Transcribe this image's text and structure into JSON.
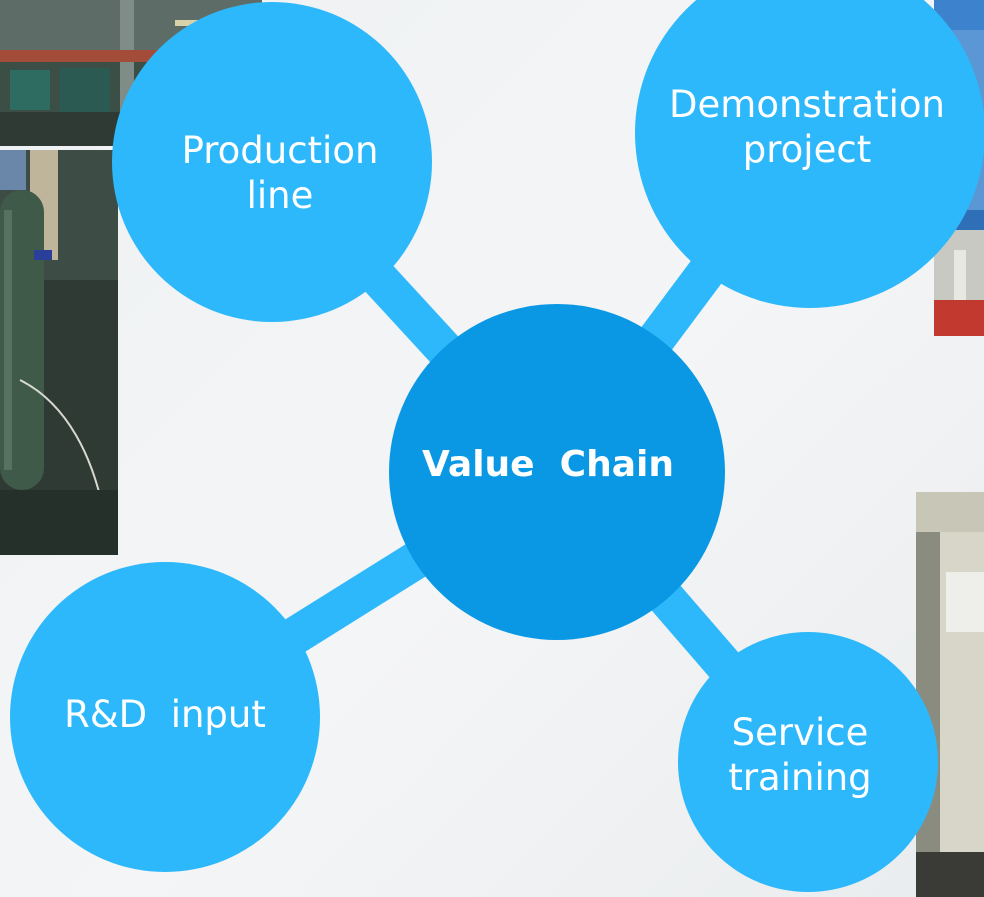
{
  "colors": {
    "connector": "#2db8fb",
    "outer_node": "#2db8fb",
    "center_node": "#0a98e4",
    "label_text": "#ffffff"
  },
  "diagram": {
    "center": {
      "label": "Value  Chain"
    },
    "nodes": [
      {
        "id": "production-line",
        "lines": [
          "Production",
          "line"
        ]
      },
      {
        "id": "demonstration-project",
        "lines": [
          "Demonstration",
          "project"
        ]
      },
      {
        "id": "rd-input",
        "lines": [
          "R&D  input"
        ]
      },
      {
        "id": "service-training",
        "lines": [
          "Service",
          "training"
        ]
      }
    ]
  },
  "photos": [
    {
      "id": "factory-floor"
    },
    {
      "id": "worker-with-cylinder"
    },
    {
      "id": "exhibition-display"
    },
    {
      "id": "office-interior"
    }
  ]
}
